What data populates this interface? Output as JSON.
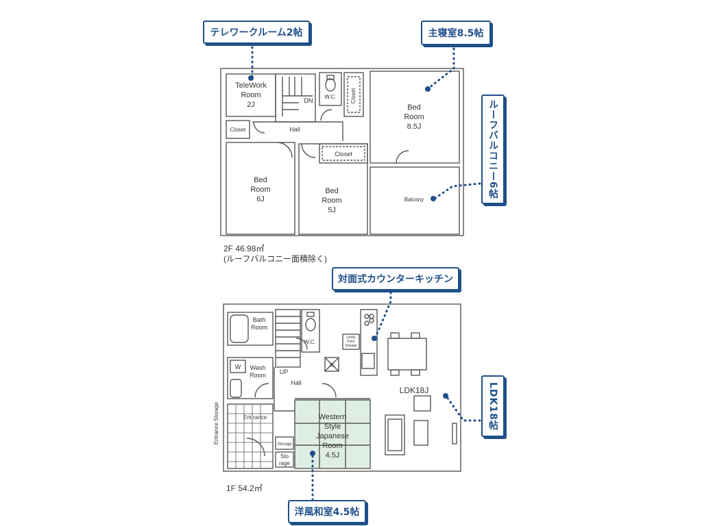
{
  "callouts": {
    "telework": "テレワークルーム2帖",
    "master_bedroom": "主寝室8.5帖",
    "roof_balcony": "ルーフバルコニー6帖",
    "counter_kitchen": "対面式カウンターキッチン",
    "ldk": "LDK18帖",
    "japanese_room": "洋風和室4.5帖"
  },
  "floor2": {
    "telework_l1": "TeleWork",
    "telework_l2": "Room",
    "telework_l3": "2J",
    "dn": "DN",
    "wc": "W.C.",
    "closet": "Closet",
    "closet_small": "Closet",
    "closet_hall": "Closet",
    "hall": "Hall",
    "bed1_l1": "Bed",
    "bed1_l2": "Room",
    "bed1_l3": "8.5J",
    "bed2_l1": "Bed",
    "bed2_l2": "Room",
    "bed2_l3": "6J",
    "bed3_l1": "Bed",
    "bed3_l2": "Room",
    "bed3_l3": "5J",
    "balcony": "Balcony",
    "area_line1": "2F 46.98㎡",
    "area_line2": "(ルーフバルコニー面積除く)"
  },
  "floor1": {
    "bath_l1": "Bath",
    "bath_l2": "Room",
    "wash_l1": "Wash",
    "wash_l2": "Room",
    "w_mark": "W",
    "up": "UP",
    "wc": "W.C.",
    "hall": "Hall",
    "fridge": "R",
    "under_floor_l1": "Under",
    "under_floor_l2": "Floor",
    "under_floor_l3": "Storage",
    "entrance": "Ent rance",
    "entrance_storage": "Entrance Storage",
    "storage": "Storage",
    "storage_small_l1": "Sto",
    "storage_small_l2": "rage",
    "japanese_l1": "Western",
    "japanese_l2": "Style",
    "japanese_l3": "Japanese",
    "japanese_l4": "Room",
    "japanese_l5": "4.5J",
    "ldk": "LDK18J",
    "area_line": "1F 54.2㎡"
  },
  "colors": {
    "accent": "#1f4f8a",
    "wall": "#555555",
    "tatami": "#dfeee3"
  }
}
